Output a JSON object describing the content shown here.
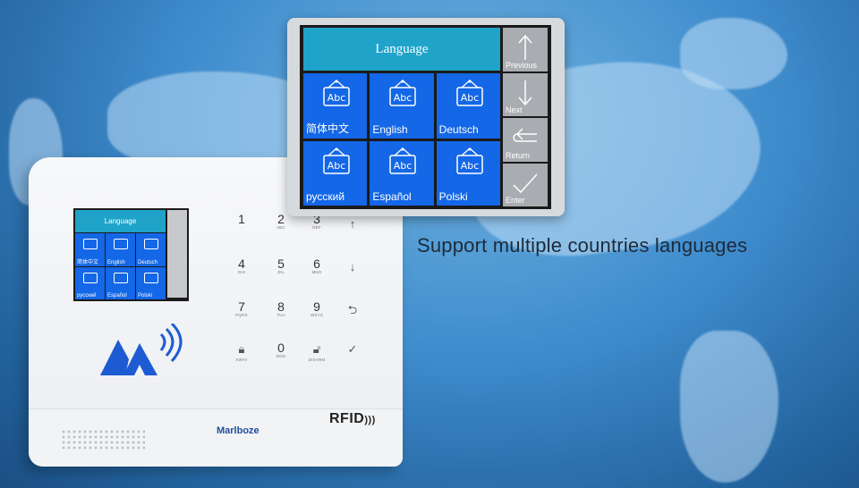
{
  "tagline": "Support multiple countries languages",
  "brand": "Marlboze",
  "rfid_label": "RFID",
  "screen": {
    "title": "Language",
    "languages": [
      "简体中文",
      "English",
      "Deutsch",
      "русский",
      "Español",
      "Polski"
    ],
    "icon_text": "Abc",
    "side_buttons": [
      {
        "label": "Previous",
        "icon": "arrow-up-icon"
      },
      {
        "label": "Next",
        "icon": "arrow-down-icon"
      },
      {
        "label": "Return",
        "icon": "return-icon"
      },
      {
        "label": "Enter",
        "icon": "check-icon"
      }
    ]
  },
  "keypad": {
    "keys": [
      {
        "digit": "1",
        "letters": ""
      },
      {
        "digit": "2",
        "letters": "ABC"
      },
      {
        "digit": "3",
        "letters": "DEF"
      },
      {
        "digit": "4",
        "letters": "GHI"
      },
      {
        "digit": "5",
        "letters": "JKL"
      },
      {
        "digit": "6",
        "letters": "MNO"
      },
      {
        "digit": "7",
        "letters": "PQRS"
      },
      {
        "digit": "8",
        "letters": "TUV"
      },
      {
        "digit": "9",
        "letters": "WXYZ"
      },
      {
        "digit": "0",
        "letters": "DOS"
      }
    ],
    "arm_label": "AWAY",
    "disarm_label": "DISARM"
  },
  "colors": {
    "title_bar": "#1fa3c9",
    "cell": "#1467e6",
    "side_button": "#a9acb0"
  }
}
